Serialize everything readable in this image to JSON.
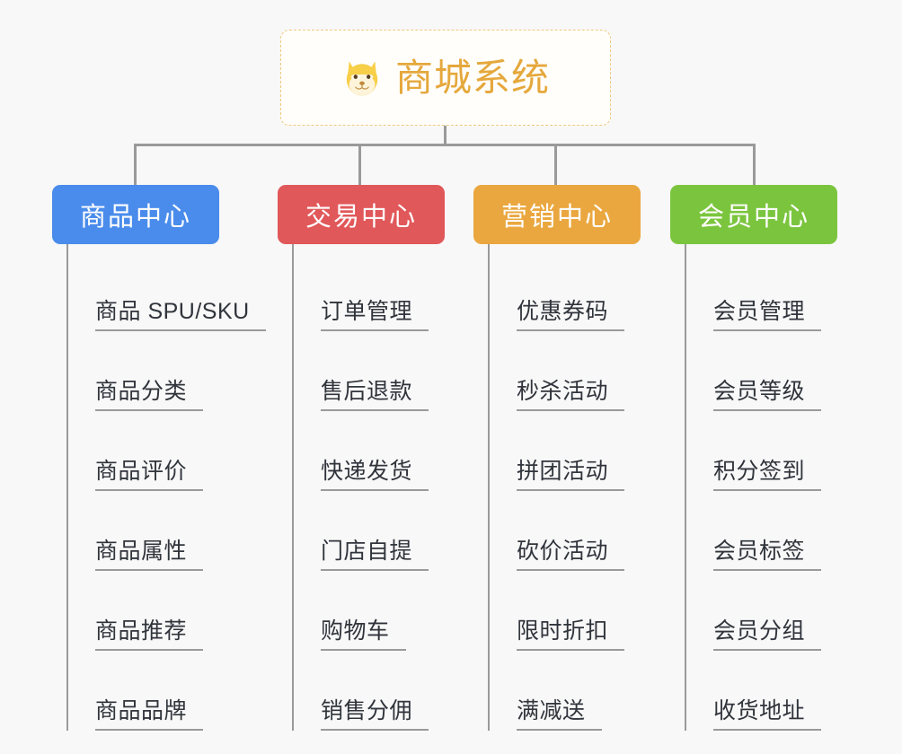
{
  "background_color": "#f8f8f8",
  "root": {
    "title": "商城系统",
    "icon": "dog-face-icon",
    "text_color": "#e5a83c",
    "border_color": "#eec97a"
  },
  "connector_color": "#9a9a9a",
  "columns": [
    {
      "title": "商品中心",
      "color": "#4a8ceb",
      "items": [
        "商品 SPU/SKU",
        "商品分类",
        "商品评价",
        "商品属性",
        "商品推荐",
        "商品品牌"
      ]
    },
    {
      "title": "交易中心",
      "color": "#e1585a",
      "items": [
        "订单管理",
        "售后退款",
        "快递发货",
        "门店自提",
        "购物车",
        "销售分佣"
      ]
    },
    {
      "title": "营销中心",
      "color": "#eaa73f",
      "items": [
        "优惠券码",
        "秒杀活动",
        "拼团活动",
        "砍价活动",
        "限时折扣",
        "满减送"
      ]
    },
    {
      "title": "会员中心",
      "color": "#7bc53e",
      "items": [
        "会员管理",
        "会员等级",
        "积分签到",
        "会员标签",
        "会员分组",
        "收货地址"
      ]
    }
  ]
}
